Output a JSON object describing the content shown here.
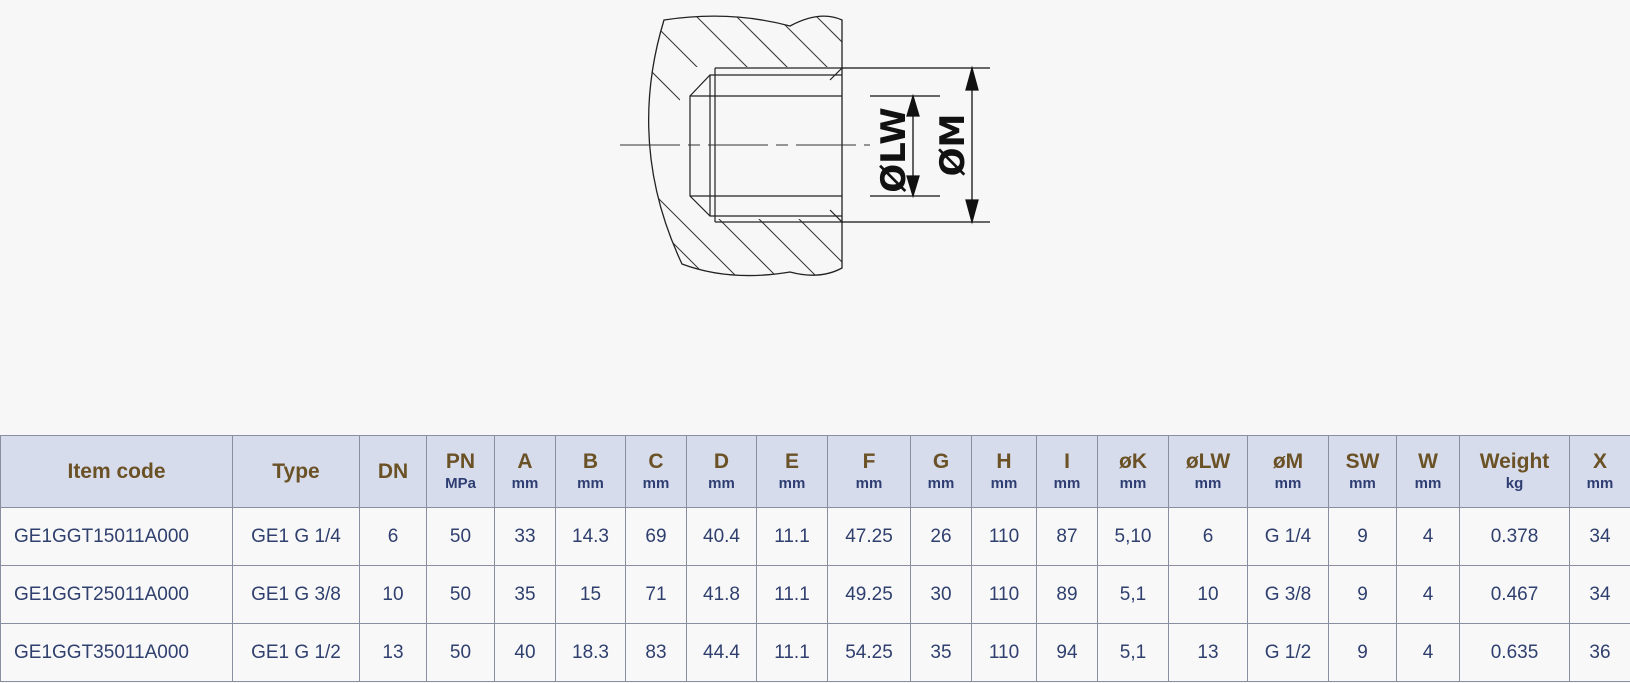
{
  "diagram": {
    "labels": {
      "lw": "ØLW",
      "m": "ØM"
    }
  },
  "table": {
    "columns": [
      {
        "name": "Item code",
        "unit": ""
      },
      {
        "name": "Type",
        "unit": ""
      },
      {
        "name": "DN",
        "unit": ""
      },
      {
        "name": "PN",
        "unit": "MPa"
      },
      {
        "name": "A",
        "unit": "mm"
      },
      {
        "name": "B",
        "unit": "mm"
      },
      {
        "name": "C",
        "unit": "mm"
      },
      {
        "name": "D",
        "unit": "mm"
      },
      {
        "name": "E",
        "unit": "mm"
      },
      {
        "name": "F",
        "unit": "mm"
      },
      {
        "name": "G",
        "unit": "mm"
      },
      {
        "name": "H",
        "unit": "mm"
      },
      {
        "name": "I",
        "unit": "mm"
      },
      {
        "name": "øK",
        "unit": "mm"
      },
      {
        "name": "øLW",
        "unit": "mm"
      },
      {
        "name": "øM",
        "unit": "mm"
      },
      {
        "name": "SW",
        "unit": "mm"
      },
      {
        "name": "W",
        "unit": "mm"
      },
      {
        "name": "Weight",
        "unit": "kg"
      },
      {
        "name": "X",
        "unit": "mm"
      }
    ],
    "rows": [
      [
        "GE1GGT15011A000",
        "GE1 G 1/4",
        "6",
        "50",
        "33",
        "14.3",
        "69",
        "40.4",
        "11.1",
        "47.25",
        "26",
        "110",
        "87",
        "5,10",
        "6",
        "G 1/4",
        "9",
        "4",
        "0.378",
        "34"
      ],
      [
        "GE1GGT25011A000",
        "GE1 G 3/8",
        "10",
        "50",
        "35",
        "15",
        "71",
        "41.8",
        "11.1",
        "49.25",
        "30",
        "110",
        "89",
        "5,1",
        "10",
        "G 3/8",
        "9",
        "4",
        "0.467",
        "34"
      ],
      [
        "GE1GGT35011A000",
        "GE1 G 1/2",
        "13",
        "50",
        "40",
        "18.3",
        "83",
        "44.4",
        "11.1",
        "54.25",
        "35",
        "110",
        "94",
        "5,1",
        "13",
        "G 1/2",
        "9",
        "4",
        "0.635",
        "36"
      ]
    ]
  }
}
